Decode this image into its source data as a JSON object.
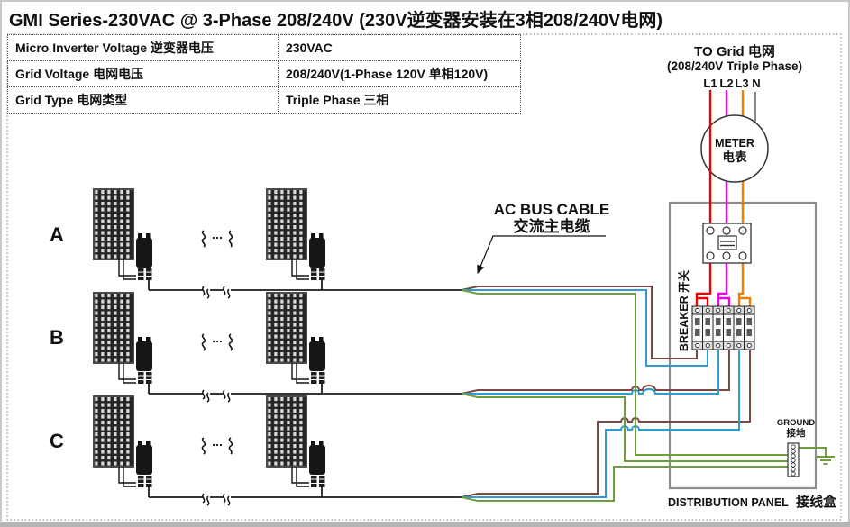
{
  "title": "GMI Series-230VAC @ 3-Phase 208/240V (230V逆变器安装在3相208/240V电网)",
  "spec_table": {
    "rows": [
      {
        "label": "Micro Inverter Voltage 逆变器电压",
        "value": "230VAC"
      },
      {
        "label": "Grid  Voltage 电网电压",
        "value": "208/240V(1-Phase 120V 单相120V)"
      },
      {
        "label": "Grid Type 电网类型",
        "value": "Triple Phase 三相"
      }
    ]
  },
  "grid_connection": {
    "heading": "TO Grid 电网",
    "subheading": "(208/240V Triple Phase)",
    "phase_labels": [
      "L1",
      "L2",
      "L3",
      "N"
    ]
  },
  "meter": {
    "label_en": "METER",
    "label_zh": "电表"
  },
  "main_breaker": {
    "label": "BREAKER 开关"
  },
  "ac_bus_cable": {
    "label_en": "AC BUS CABLE",
    "label_zh": "交流主电缆"
  },
  "ground": {
    "label_en": "GROUND",
    "label_zh": "接地"
  },
  "distribution_panel": {
    "label_en": "DISTRIBUTION PANEL",
    "label_zh": "接线盒"
  },
  "pv_rows": [
    {
      "label": "A"
    },
    {
      "label": "B"
    },
    {
      "label": "C"
    }
  ],
  "colors": {
    "l1": "#ee0000",
    "l2": "#ee00ee",
    "l3": "#f57e00",
    "neutral_top": "#8a8a8a",
    "line_brown": "#7a4a42",
    "neutral_blue": "#2e9bd6",
    "ground_green": "#6e9e3e",
    "panel_frame": "#8c8c8c",
    "wire_black": "#1a1a1a"
  }
}
